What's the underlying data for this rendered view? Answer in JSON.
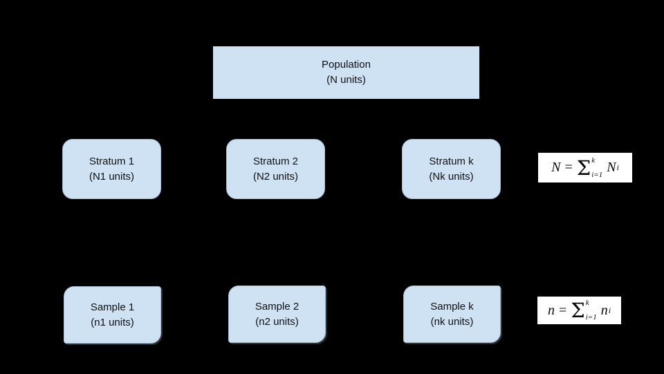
{
  "canvas": {
    "background_color": "#000000",
    "node_fill_color": "#cfe2f3",
    "node_border_color": "#a3bdd6",
    "formula_background_color": "#ffffff",
    "text_color": "#0f1011"
  },
  "diagram": {
    "population": {
      "line1": "Population",
      "line2": "(N units)"
    },
    "strata": [
      {
        "line1": "Stratum 1",
        "line2": "(N1 units)"
      },
      {
        "line1": "Stratum 2",
        "line2": "(N2 units)"
      },
      {
        "line1": "Stratum k",
        "line2": "(Nk units)"
      }
    ],
    "samples": [
      {
        "line1": "Sample 1",
        "line2": "(n1 units)"
      },
      {
        "line1": "Sample 2",
        "line2": "(n2 units)"
      },
      {
        "line1": "Sample k",
        "line2": "(nk units)"
      }
    ],
    "formulas": {
      "stratum_total": {
        "lhs": "N",
        "equals": "=",
        "sum_symbol": "Σ",
        "upper_limit": "k",
        "lower_limit": "i=1",
        "term": "N",
        "term_subscript": "i"
      },
      "sample_total": {
        "lhs": "n",
        "equals": "=",
        "sum_symbol": "Σ",
        "upper_limit": "k",
        "lower_limit": "i=1",
        "term": "n",
        "term_subscript": "i"
      }
    }
  }
}
